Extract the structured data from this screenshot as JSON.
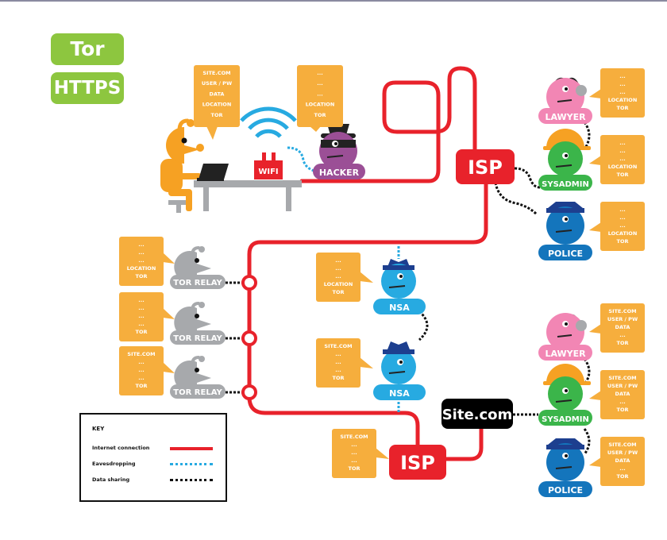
{
  "toggles": {
    "tor": "Tor",
    "https": "HTTPS"
  },
  "colors": {
    "internet": "#e8222b",
    "eavesdrop": "#27aae1",
    "sharing": "#111111",
    "bubble": "#f6ae3d",
    "user": "#f6a123",
    "hacker": "#9b4f96",
    "lawyer": "#f286b4",
    "sysadmin": "#3bb54a",
    "police": "#1475bc",
    "nsa": "#27aae1",
    "relay": "#a7a9ac",
    "toggle_on": "#8dc63f"
  },
  "nodes": {
    "isp_top": "ISP",
    "isp_bottom": "ISP",
    "site": "Site.com",
    "wifi": "WIFI",
    "hacker": "HACKER",
    "lawyer_top": "LAWYER",
    "sysadmin_top": "SYSADMIN",
    "police_top": "POLICE",
    "lawyer_bottom": "LAWYER",
    "sysadmin_bottom": "SYSADMIN",
    "police_bottom": "POLICE",
    "nsa_1": "NSA",
    "nsa_2": "NSA",
    "relay_1": "TOR RELAY",
    "relay_2": "TOR RELAY",
    "relay_3": "TOR RELAY"
  },
  "bubbles": {
    "user": [
      "SITE.COM",
      "USER / PW",
      "DATA",
      "LOCATION",
      "TOR"
    ],
    "hacker": [
      "...",
      "...",
      "...",
      "LOCATION",
      "TOR"
    ],
    "lawyer_top": [
      "...",
      "...",
      "...",
      "LOCATION",
      "TOR"
    ],
    "sysadmin_top": [
      "...",
      "...",
      "...",
      "LOCATION",
      "TOR"
    ],
    "police_top": [
      "...",
      "...",
      "...",
      "LOCATION",
      "TOR"
    ],
    "relay_1": [
      "...",
      "...",
      "...",
      "LOCATION",
      "TOR"
    ],
    "relay_2": [
      "...",
      "...",
      "...",
      "...",
      "TOR"
    ],
    "relay_3": [
      "SITE.COM",
      "...",
      "...",
      "...",
      "TOR"
    ],
    "nsa_1": [
      "...",
      "...",
      "...",
      "LOCATION",
      "TOR"
    ],
    "nsa_2": [
      "SITE.COM",
      "...",
      "...",
      "...",
      "TOR"
    ],
    "isp_bottom": [
      "SITE.COM",
      "...",
      "...",
      "...",
      "TOR"
    ],
    "lawyer_bottom": [
      "SITE.COM",
      "USER / PW",
      "DATA",
      "...",
      "TOR"
    ],
    "sysadmin_bottom": [
      "SITE.COM",
      "USER / PW",
      "DATA",
      "...",
      "TOR"
    ],
    "police_bottom": [
      "SITE.COM",
      "USER / PW",
      "DATA",
      "...",
      "TOR"
    ]
  },
  "key": {
    "title": "KEY",
    "internet": "Internet connection",
    "eavesdrop": "Eavesdropping",
    "sharing": "Data sharing"
  }
}
